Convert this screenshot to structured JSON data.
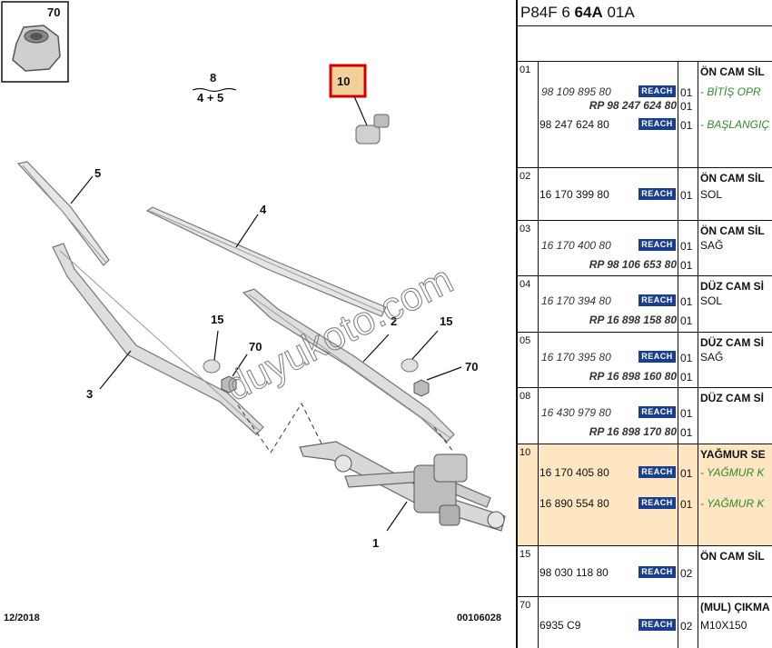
{
  "diagram": {
    "callouts": {
      "c70_box": "70",
      "c8": "8",
      "c4p5": "4 + 5",
      "c10": "10",
      "c5": "5",
      "c4": "4",
      "c15a": "15",
      "c70a": "70",
      "c2": "2",
      "c15b": "15",
      "c70b": "70",
      "c3": "3",
      "c1": "1"
    },
    "date": "12/2018",
    "ref": "00106028",
    "watermark": "duyukoto.com",
    "highlight_color": "#d40000"
  },
  "header": {
    "pre": "P84F 6 ",
    "bold": "64A",
    "post": " 01A"
  },
  "reach_label": "REACH",
  "groups": [
    {
      "code": "01",
      "desc": "ÖN CAM SİL",
      "lines": [
        {
          "pn": "98 109 895 80",
          "style": "it",
          "indent": "left",
          "reach": true,
          "qty": "01",
          "text": "- BİTİŞ OPR",
          "text_style": "green"
        },
        {
          "pn": "RP 98 247 624 80",
          "style": "it-bold",
          "indent": "right",
          "reach": false,
          "qty": "01",
          "text": "",
          "text_style": ""
        },
        {
          "pn": "98 247 624 80",
          "style": "normal",
          "indent": "left",
          "reach": true,
          "qty": "01",
          "text": "- BAŞLANGIÇ",
          "text_style": "green"
        }
      ]
    },
    {
      "code": "02",
      "desc": "ÖN CAM SİL",
      "lines": [
        {
          "pn": "16 170 399 80",
          "style": "normal",
          "indent": "left",
          "reach": true,
          "qty": "01",
          "text": "SOL",
          "text_style": ""
        }
      ]
    },
    {
      "code": "03",
      "desc": "ÖN CAM SİL",
      "lines": [
        {
          "pn": "16 170 400 80",
          "style": "it",
          "indent": "left",
          "reach": true,
          "qty": "01",
          "text": "SAĞ",
          "text_style": ""
        },
        {
          "pn": "RP 98 106 653 80",
          "style": "it-bold",
          "indent": "right",
          "reach": false,
          "qty": "01",
          "text": "",
          "text_style": ""
        }
      ]
    },
    {
      "code": "04",
      "desc": "DÜZ CAM Sİ",
      "lines": [
        {
          "pn": "16 170 394 80",
          "style": "it",
          "indent": "left",
          "reach": true,
          "qty": "01",
          "text": "SOL",
          "text_style": ""
        },
        {
          "pn": "RP 16 898 158 80",
          "style": "it-bold",
          "indent": "right",
          "reach": false,
          "qty": "01",
          "text": "",
          "text_style": ""
        }
      ]
    },
    {
      "code": "05",
      "desc": "DÜZ CAM Sİ",
      "lines": [
        {
          "pn": "16 170 395 80",
          "style": "it",
          "indent": "left",
          "reach": true,
          "qty": "01",
          "text": "SAĞ",
          "text_style": ""
        },
        {
          "pn": "RP 16 898 160 80",
          "style": "it-bold",
          "indent": "right",
          "reach": false,
          "qty": "01",
          "text": "",
          "text_style": ""
        }
      ]
    },
    {
      "code": "08",
      "desc": "DÜZ CAM Sİ",
      "lines": [
        {
          "pn": "16 430 979 80",
          "style": "it",
          "indent": "left",
          "reach": true,
          "qty": "01",
          "text": "",
          "text_style": ""
        },
        {
          "pn": "RP 16 898 170 80",
          "style": "it-bold",
          "indent": "right",
          "reach": false,
          "qty": "01",
          "text": "",
          "text_style": ""
        }
      ]
    },
    {
      "code": "10",
      "desc": "YAĞMUR SE",
      "selected": true,
      "lines": [
        {
          "pn": "16 170 405 80",
          "style": "normal",
          "indent": "left",
          "reach": true,
          "qty": "01",
          "text": "- YAĞMUR K",
          "text_style": "green"
        },
        {
          "pn": "16 890 554 80",
          "style": "normal",
          "indent": "left",
          "reach": true,
          "qty": "01",
          "text": "- YAĞMUR K",
          "text_style": "green"
        }
      ]
    },
    {
      "code": "15",
      "desc": "ÖN CAM SİL",
      "lines": [
        {
          "pn": "98 030 118 80",
          "style": "normal",
          "indent": "left",
          "reach": true,
          "qty": "02",
          "text": "",
          "text_style": ""
        }
      ]
    },
    {
      "code": "70",
      "desc": "(MUL) ÇIKMA",
      "lines": [
        {
          "pn": "6935 C9",
          "style": "normal",
          "indent": "left",
          "reach": true,
          "qty": "02",
          "text": "M10X150",
          "text_style": ""
        }
      ]
    }
  ]
}
